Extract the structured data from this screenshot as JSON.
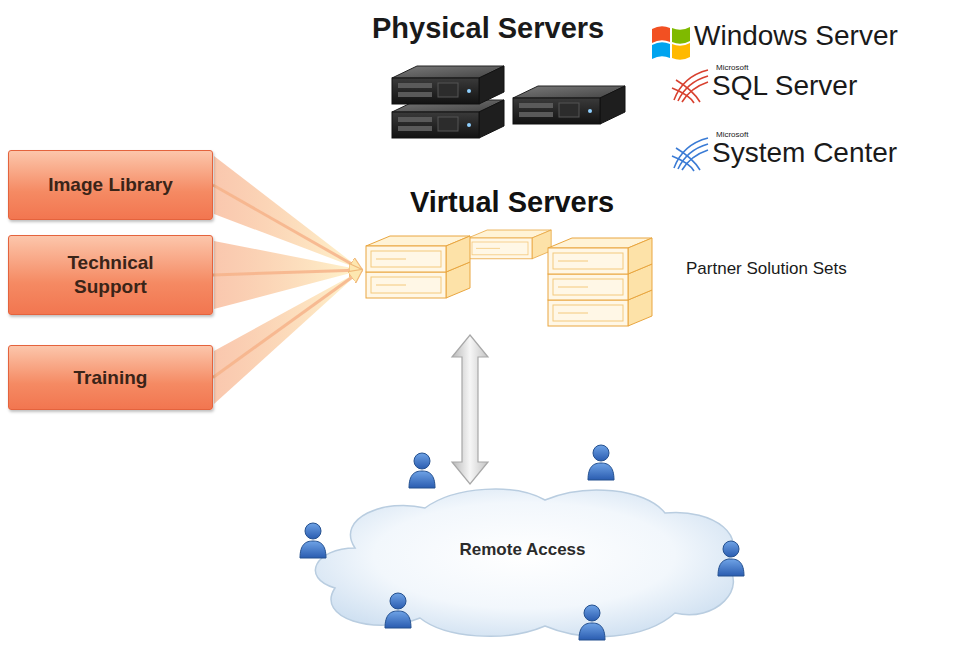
{
  "diagram": {
    "nodes": [
      {
        "text": [
          "Image Library"
        ]
      },
      {
        "text": [
          "Technical Support"
        ]
      },
      {
        "text": [
          "Training"
        ]
      },
      {
        "text": [
          "Virtual Servers"
        ]
      },
      {
        "text": [
          "Remote Access"
        ]
      }
    ],
    "edges": [
      {
        "from": 0,
        "to": 3,
        "arrow": "to"
      },
      {
        "from": 1,
        "to": 3,
        "arrow": "to"
      },
      {
        "from": 2,
        "to": 3,
        "arrow": "to"
      },
      {
        "from": 3,
        "to": 4,
        "arrow": "both"
      }
    ],
    "labels": [
      "Physical Servers",
      "Windows Server",
      "Microsoft",
      "SQL Server",
      "Microsoft",
      "System Center",
      "Partner Solution Sets"
    ]
  }
}
